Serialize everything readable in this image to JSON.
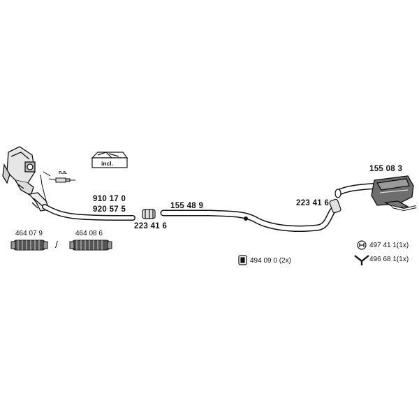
{
  "parts": {
    "catalytic_converter_na": "n.a.",
    "kit_included": "incl.",
    "front_pipe_a": "910 17 0",
    "front_pipe_b": "920 57 5",
    "clamp_front": "223 41 6",
    "middle_pipe": "155 48 9",
    "clamp_rear": "223 41 6",
    "rear_silencer": "155 08 3",
    "flex_pipe_a": "464 07 9",
    "separator": "/",
    "flex_pipe_b": "464 08 6",
    "mounting_rubber": "494 09 0 (2x)",
    "rubber_strap": "497 41 1(1x)",
    "bracket": "496 68 1(1x)"
  }
}
